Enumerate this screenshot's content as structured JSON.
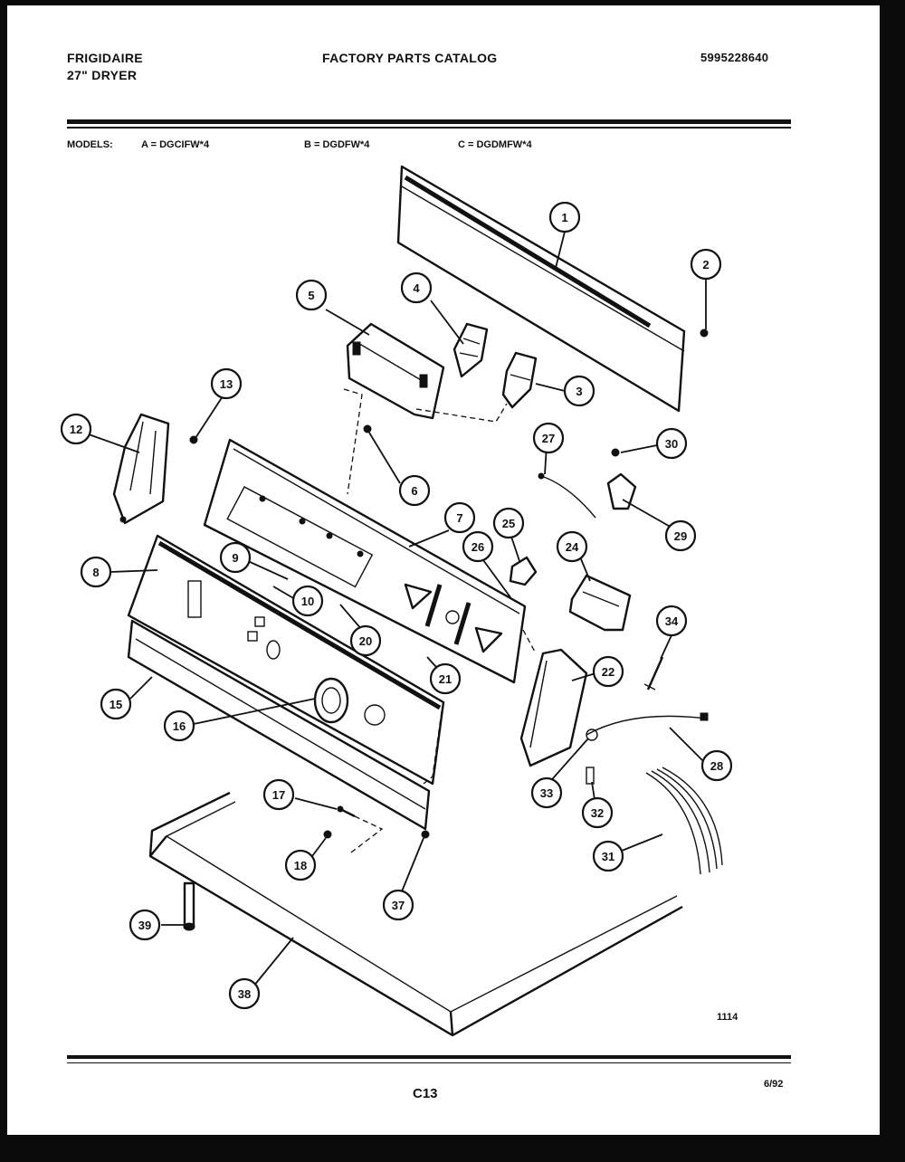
{
  "header": {
    "brand": "FRIGIDAIRE",
    "product": "27\" DRYER",
    "title": "FACTORY PARTS CATALOG",
    "catalog_number": "5995228640"
  },
  "models": {
    "label": "MODELS:",
    "a": "A = DGCIFW*4",
    "b": "B = DGDFW*4",
    "c": "C = DGDMFW*4"
  },
  "callouts": [
    "1",
    "2",
    "3",
    "4",
    "5",
    "6",
    "7",
    "8",
    "9",
    "10",
    "12",
    "13",
    "15",
    "16",
    "17",
    "18",
    "20",
    "21",
    "22",
    "24",
    "25",
    "26",
    "27",
    "28",
    "29",
    "30",
    "31",
    "32",
    "33",
    "34",
    "37",
    "38",
    "39"
  ],
  "footer": {
    "figure_number": "1114",
    "page_code": "C13",
    "date": "6/92"
  }
}
